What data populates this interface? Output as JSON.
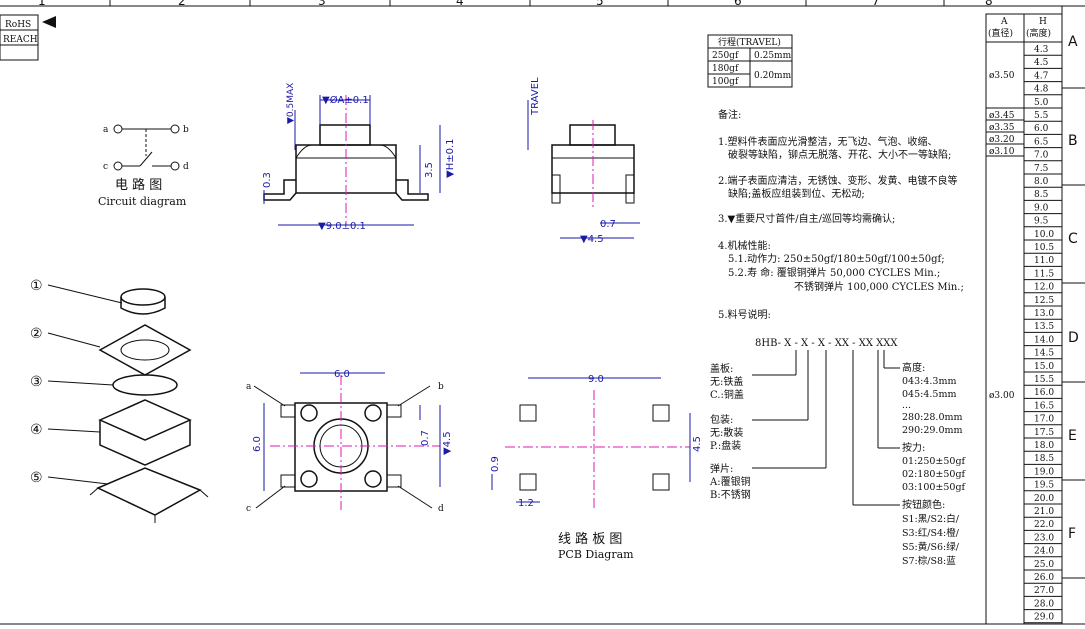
{
  "grid_columns": [
    "1",
    "2",
    "3",
    "4",
    "5",
    "6",
    "7",
    "8"
  ],
  "grid_rows": [
    "A",
    "B",
    "C",
    "D",
    "E",
    "F"
  ],
  "compliance": {
    "rohs": "RoHS",
    "reach": "REACH"
  },
  "circuit": {
    "a": "a",
    "b": "b",
    "c": "c",
    "d": "d",
    "title_cn": "电 路 图",
    "title_en": "Circuit diagram"
  },
  "exploded": {
    "callouts": [
      "①",
      "②",
      "③",
      "④",
      "⑤"
    ]
  },
  "front_view": {
    "dim_0_5max": "▼0.5MAX",
    "dim_phiA": "▼ØA±0.1",
    "dim_0_3": "0.3",
    "dim_3_5": "3.5",
    "dim_H": "▼H±0.1",
    "dim_9_0": "▼9.0±0.1"
  },
  "side_view": {
    "travel": "TRAVEL",
    "dim_0_7": "0.7",
    "dim_4_5": "▼4.5"
  },
  "top_view": {
    "dim_6_0_w": "6.0",
    "dim_6_0_h": "6.0",
    "dim_0_7": "0.7",
    "dim_4_5": "▼4.5",
    "a": "a",
    "b": "b",
    "c": "c",
    "d": "d"
  },
  "pcb": {
    "dim_9_0": "9.0",
    "dim_4_5": "4.5",
    "dim_0_9": "0.9",
    "dim_1_2": "1.2",
    "title_cn": "线 路 板 图",
    "title_en": "PCB Diagram"
  },
  "travel_table": {
    "title": "行程(TRAVEL)",
    "rows": [
      {
        "force": "250gf",
        "travel": "0.25mm"
      },
      {
        "force": "180gf",
        "travel": "0.20mm"
      },
      {
        "force": "100gf",
        "travel": ""
      }
    ]
  },
  "notes": {
    "heading": "备注:",
    "n1a": "1.塑料件表面应光滑整洁，无飞边、气泡、收缩、",
    "n1b": "破裂等缺陷，铆点无脱落、开花、大小不一等缺陷;",
    "n2a": "2.端子表面应清洁，无锈蚀、变形、发黄、电镀不良等",
    "n2b": "缺陷;盖板应组装到位、无松动;",
    "n3": "3.▼重要尺寸首件/自主/巡回等均需确认;",
    "n4": "4.机械性能:",
    "n4_1": "5.1.动作力: 250±50gf/180±50gf/100±50gf;",
    "n4_2": "5.2.寿  命: 覆银铜弹片  50,000 CYCLES Min.;",
    "n4_3": "不锈钢弹片 100,000 CYCLES Min.;",
    "n5": "5.料号说明:"
  },
  "part_code": {
    "code": "8HB- X - X - X - XX - XX XXX",
    "cover": [
      "盖板:",
      "无:铁盖",
      "C.:铜盖"
    ],
    "packing": [
      "包装:",
      "无:散装",
      "P.:盘装"
    ],
    "spring": [
      "弹片:",
      "A:覆银铜",
      "B:不锈钢"
    ],
    "height": [
      "高度:",
      "043:4.3mm",
      "045:4.5mm",
      "...",
      "280:28.0mm",
      "290:29.0mm"
    ],
    "force": [
      "按力:",
      "01:250±50gf",
      "02:180±50gf",
      "03:100±50gf"
    ],
    "color": [
      "按钮颜色:",
      "S1:黑/S2:白/",
      "S3:红/S4:橙/",
      "S5:黄/S6:绿/",
      "S7:棕/S8:蓝"
    ]
  },
  "size_table": {
    "col_a": "A",
    "col_a_sub": "(直径)",
    "col_h": "H",
    "col_h_sub": "(高度)",
    "heights": [
      "4.3",
      "4.5",
      "4.7",
      "4.8",
      "5.0",
      "5.5",
      "6.0",
      "6.5",
      "7.0",
      "7.5",
      "8.0",
      "8.5",
      "9.0",
      "9.5",
      "10.0",
      "10.5",
      "11.0",
      "11.5",
      "12.0",
      "12.5",
      "13.0",
      "13.5",
      "14.0",
      "14.5",
      "15.0",
      "15.5",
      "16.0",
      "16.5",
      "17.0",
      "17.5",
      "18.0",
      "18.5",
      "19.0",
      "19.5",
      "20.0",
      "21.0",
      "22.0",
      "23.0",
      "24.0",
      "25.0",
      "26.0",
      "27.0",
      "28.0",
      "29.0"
    ],
    "d350": "ø3.50",
    "d345": "ø3.45",
    "d335": "ø3.35",
    "d320": "ø3.20",
    "d310": "ø3.10",
    "d300": "ø3.00"
  }
}
